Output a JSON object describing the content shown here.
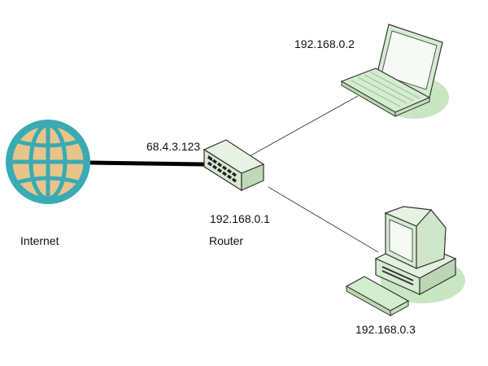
{
  "internet": {
    "label": "Internet"
  },
  "router": {
    "label": "Router",
    "lan_ip": "192.168.0.1",
    "wan_ip": "68.4.3.123"
  },
  "laptop": {
    "ip": "192.168.0.2"
  },
  "desktop": {
    "ip": "192.168.0.3"
  },
  "colors": {
    "globe_fill": "#e8c48a",
    "globe_lines": "#3aaab4",
    "device_green": "#d4ecd0",
    "device_outline": "#333333",
    "shadow_green": "#c9e6c2"
  }
}
